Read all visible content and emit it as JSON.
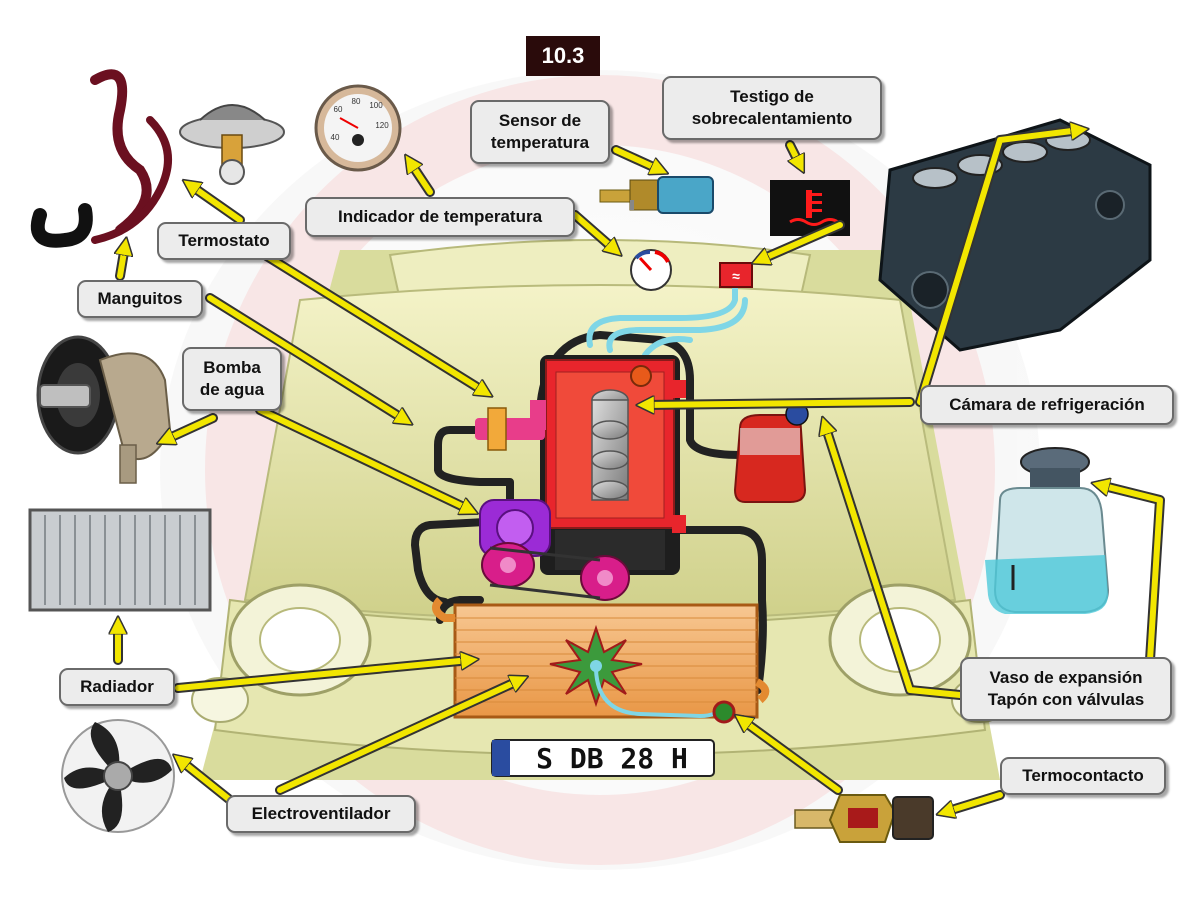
{
  "badge": "10.3",
  "labels": {
    "sensor": [
      "Sensor de",
      "temperatura"
    ],
    "testigo": [
      "Testigo de",
      "sobrecalentamiento"
    ],
    "indicador": "Indicador de temperatura",
    "termostato": "Termostato",
    "manguitos": "Manguitos",
    "bomba": [
      "Bomba",
      "de agua"
    ],
    "camara": "Cámara de refrigeración",
    "radiador": "Radiador",
    "vaso": [
      "Vaso de expansión",
      "Tapón con válvulas"
    ],
    "termocontacto": "Termocontacto",
    "electroventilador": "Electroventilador"
  },
  "plate": "S DB 28 H",
  "colors": {
    "arrow": "#f2e600",
    "arrow_outline": "#333333",
    "engine_red": "#e8252c",
    "pump_purple": "#9b2bd6",
    "radiator_orange": "#f0a24a",
    "hose_blue": "#7fd6e6",
    "warning_red": "#ff1a1a"
  },
  "gauge": {
    "ticks": [
      "40",
      "60",
      "80",
      "100",
      "120"
    ]
  }
}
